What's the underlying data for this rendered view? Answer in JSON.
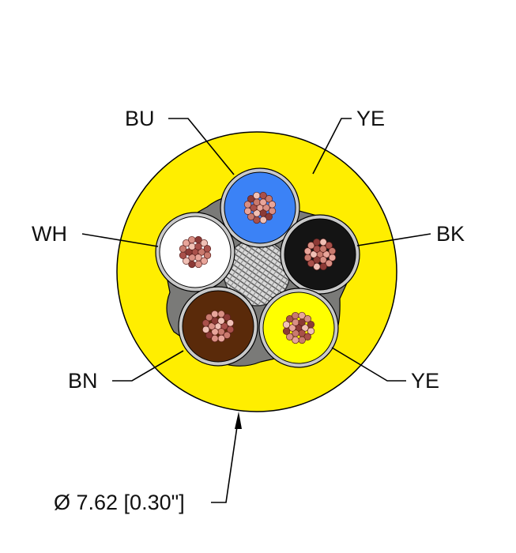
{
  "labels": {
    "bu": "BU",
    "ye_top": "YE",
    "wh": "WH",
    "bk": "BK",
    "bn": "BN",
    "ye_bottom": "YE",
    "diameter": "Ø 7.62 [0.30\"]"
  },
  "colors": {
    "jacket": "#ffee00",
    "blue": "#3b82f6",
    "black": "#141414",
    "white": "#ffffff",
    "brown": "#5a2a0a",
    "yellow": "#ffff00",
    "filler": "#7a7a78",
    "copper": "#e8a59a"
  }
}
